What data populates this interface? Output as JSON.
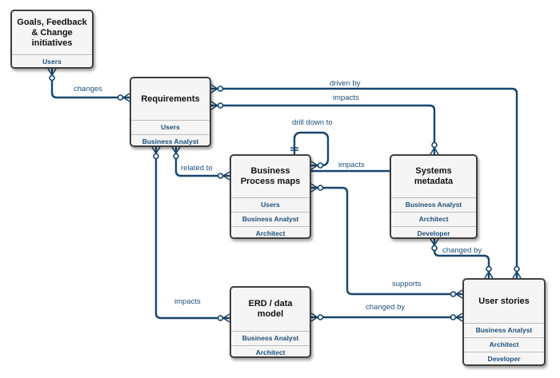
{
  "colors": {
    "line": "#17456e",
    "label": "#1b4f7a",
    "box_fill": "#f5f5f5",
    "box_border": "#3f3f3f"
  },
  "entities": {
    "goals": {
      "title": "Goals, Feedback & Change initiatives",
      "roles": [
        "Users"
      ]
    },
    "requirements": {
      "title": "Requirements",
      "roles": [
        "Users",
        "Business Analyst"
      ]
    },
    "bpm": {
      "title": "Business Process maps",
      "roles": [
        "Users",
        "Business Analyst",
        "Architect"
      ]
    },
    "systems": {
      "title": "Systems metadata",
      "roles": [
        "Business Analyst",
        "Architect",
        "Developer"
      ]
    },
    "erd": {
      "title": "ERD / data model",
      "roles": [
        "Business Analyst",
        "Architect"
      ]
    },
    "stories": {
      "title": "User stories",
      "roles": [
        "Business Analyst",
        "Architect",
        "Developer"
      ]
    }
  },
  "relationships": {
    "changes": "changes",
    "driven_by": "driven by",
    "impacts_req_sys": "impacts",
    "drill_down": "drill down to",
    "related_to": "related to",
    "impacts_bpm_sys": "impacts",
    "changed_by_sys": "changed by",
    "supports": "supports",
    "impacts_req_erd": "impacts",
    "changed_by_erd": "changed by"
  }
}
